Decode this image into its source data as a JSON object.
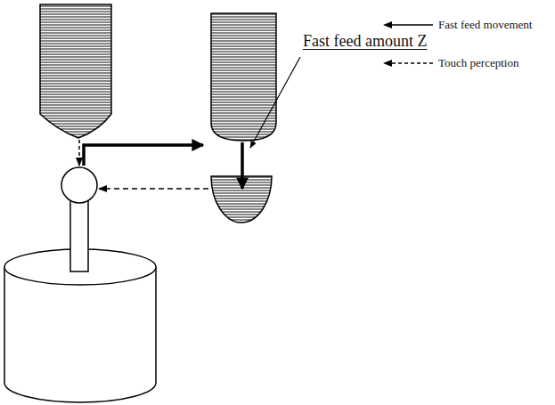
{
  "diagram": {
    "labels": [
      "Fast feed amount Z"
    ],
    "legend": [
      {
        "text": "Fast feed movement"
      },
      {
        "text": "Touch perception"
      }
    ]
  }
}
